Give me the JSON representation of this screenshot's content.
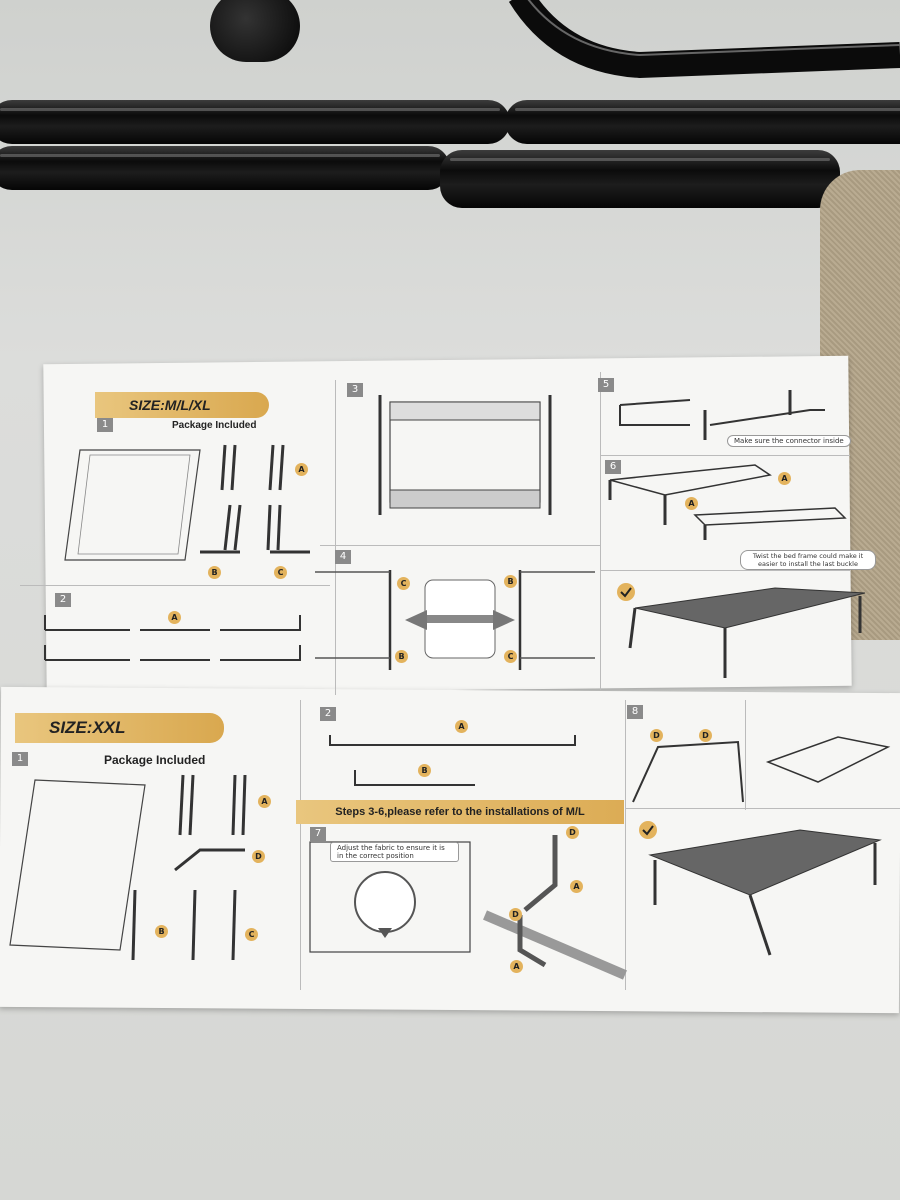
{
  "sizes": {
    "ml": "SIZE:M/L/XL",
    "xxl": "SIZE:XXL"
  },
  "package_included": "Package Included",
  "steps": {
    "s1": "1",
    "s2": "2",
    "s3": "3",
    "s4": "4",
    "s5": "5",
    "s6": "6",
    "s7": "7",
    "s8": "8"
  },
  "notes": {
    "connector": "Make sure the connector inside",
    "twist": "Twist the bed frame could make it easier to install the last buckle",
    "adjust": "Adjust the fabric to ensure it is in the correct position",
    "refer": "Steps 3-6,please refer to the installations of M/L"
  },
  "letters": {
    "a": "A",
    "b": "B",
    "c": "C",
    "d": "D"
  },
  "colors": {
    "badge": "#e3b35d",
    "tube": "#0b0b0b",
    "paper": "#f6f6f4"
  }
}
